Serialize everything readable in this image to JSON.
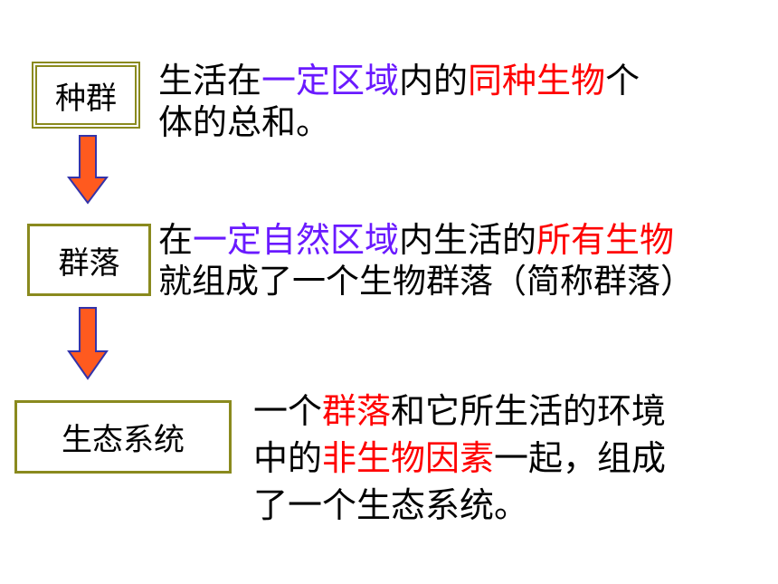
{
  "box1": {
    "label": "种群"
  },
  "box2": {
    "label": "群落"
  },
  "box3": {
    "label": "生态系统"
  },
  "def1": {
    "line1": [
      "生活在",
      "一定区域",
      "内的",
      "同种生物",
      "个"
    ],
    "line2": "体的总和。"
  },
  "def2": {
    "line1": [
      "在",
      "一定自然区域",
      "内生活的",
      "所有生物"
    ],
    "line2": "就组成了一个生物群落（简称群落）"
  },
  "def3": {
    "line1": [
      "一个",
      "群落",
      "和它所生活的环境"
    ],
    "line2": [
      "中的",
      "非生物因素",
      "一起，组成"
    ],
    "line3": "了一个生态系统。"
  },
  "colors": {
    "border": "#8a8a1e",
    "highlight_purple": "#6a1aff",
    "highlight_red": "#ff0000",
    "arrow_fill": "#ff5a1f",
    "arrow_stroke": "#3333aa"
  }
}
